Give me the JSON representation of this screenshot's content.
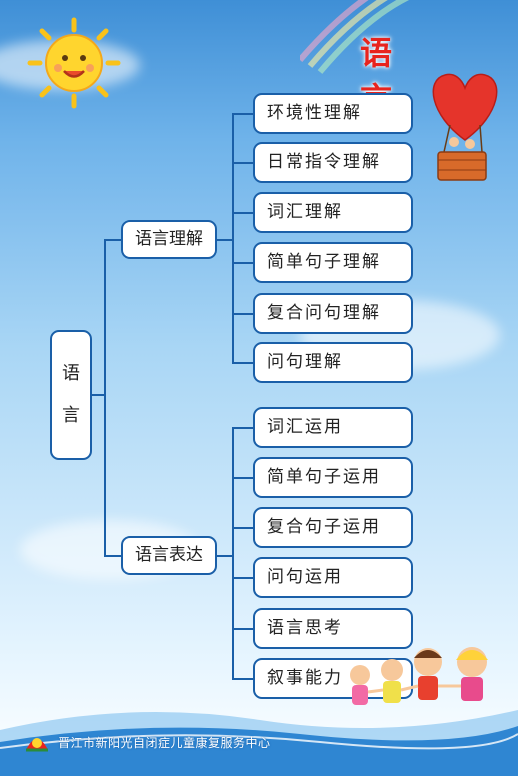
{
  "title": "语 言",
  "root": {
    "chars": [
      "语",
      "言"
    ]
  },
  "branches": [
    {
      "label": "语言理解",
      "items": [
        "环境性理解",
        "日常指令理解",
        "词汇理解",
        "简单句子理解",
        "复合问句理解",
        "问句理解"
      ]
    },
    {
      "label": "语言表达",
      "items": [
        "词汇运用",
        "简单句子运用",
        "复合句子运用",
        "问句运用",
        "语言思考",
        "叙事能力"
      ]
    }
  ],
  "footer": {
    "organization": "晋江市新阳光自闭症儿童康复服务中心"
  },
  "colors": {
    "title": "#e8241e",
    "line": "#1a5fa8",
    "box_border": "#1a5fa8"
  },
  "icons": [
    "sun-icon",
    "hot-air-balloon-icon",
    "children-icon",
    "logo-icon"
  ]
}
